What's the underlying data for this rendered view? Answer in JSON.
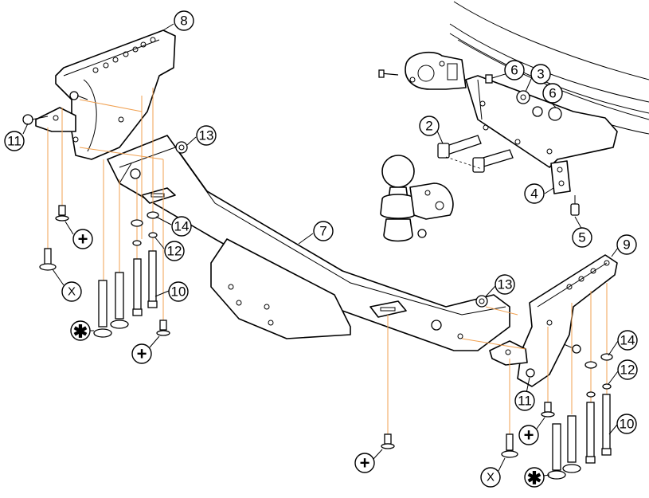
{
  "callouts": [
    {
      "id": "c2",
      "label": "2"
    },
    {
      "id": "c3",
      "label": "3"
    },
    {
      "id": "c4",
      "label": "4"
    },
    {
      "id": "c5",
      "label": "5"
    },
    {
      "id": "c6a",
      "label": "6"
    },
    {
      "id": "c6b",
      "label": "6"
    },
    {
      "id": "c7",
      "label": "7"
    },
    {
      "id": "c8",
      "label": "8"
    },
    {
      "id": "c9",
      "label": "9"
    },
    {
      "id": "c10a",
      "label": "10"
    },
    {
      "id": "c10b",
      "label": "10"
    },
    {
      "id": "c11a",
      "label": "11"
    },
    {
      "id": "c11b",
      "label": "11"
    },
    {
      "id": "c12a",
      "label": "12"
    },
    {
      "id": "c12b",
      "label": "12"
    },
    {
      "id": "c13a",
      "label": "13"
    },
    {
      "id": "c13b",
      "label": "13"
    },
    {
      "id": "c14a",
      "label": "14"
    },
    {
      "id": "c14b",
      "label": "14"
    }
  ],
  "symbols": {
    "plus": "+",
    "x": "X",
    "star": "✱"
  },
  "colors": {
    "line": "#000000",
    "guide": "#f0a050",
    "background": "#ffffff"
  }
}
